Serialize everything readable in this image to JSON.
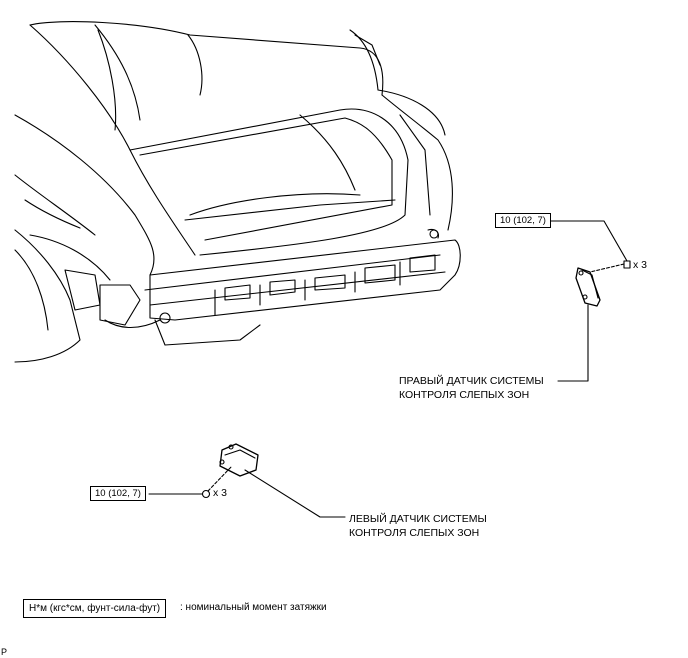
{
  "callouts": {
    "right_torque": "10 (102, 7)",
    "right_qty": "x 3",
    "left_torque": "10 (102, 7)",
    "left_qty": "x 3",
    "right_sensor_line1": "ПРАВЫЙ ДАТЧИК СИСТЕМЫ",
    "right_sensor_line2": "КОНТРОЛЯ СЛЕПЫХ ЗОН",
    "left_sensor_line1": "ЛЕВЫЙ ДАТЧИК СИСТЕМЫ",
    "left_sensor_line2": "КОНТРОЛЯ СЛЕПЫХ ЗОН"
  },
  "legend": {
    "unit_box": "Н*м (кгс*см, фунт-сила-фут)",
    "description": ": номинальный момент затяжки"
  },
  "corner_mark": "P"
}
